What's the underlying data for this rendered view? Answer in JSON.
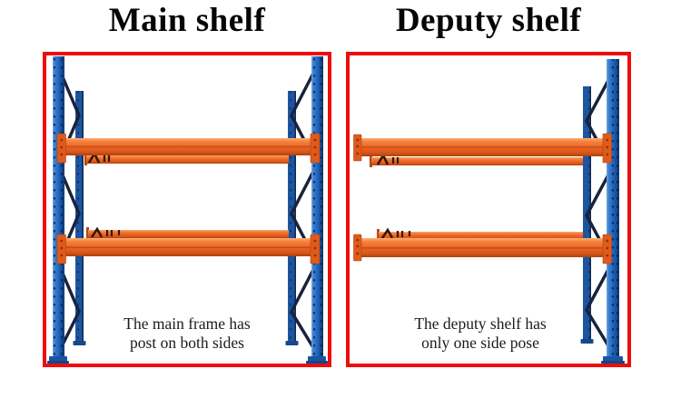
{
  "figure": {
    "panels": [
      {
        "title": "Main shelf",
        "caption": [
          "The main frame has",
          "post on both sides"
        ]
      },
      {
        "title": "Deputy shelf",
        "caption": [
          "The deputy shelf has",
          "only one side pose"
        ]
      }
    ]
  },
  "colors": {
    "panel-border": "#ee0d0d",
    "background": "#ffffff",
    "title-text": "#060606",
    "caption-text": "#1b1b1b",
    "rack-blue": "#2166bf",
    "rack-blue-dark": "#0e3569",
    "rack-rear-blue": "#1e55a0",
    "beam-orange": "#ec6524",
    "beam-orange-dark": "#a84210",
    "beam-plate-orange": "#e05a1c",
    "brace-navy": "#18233f"
  }
}
